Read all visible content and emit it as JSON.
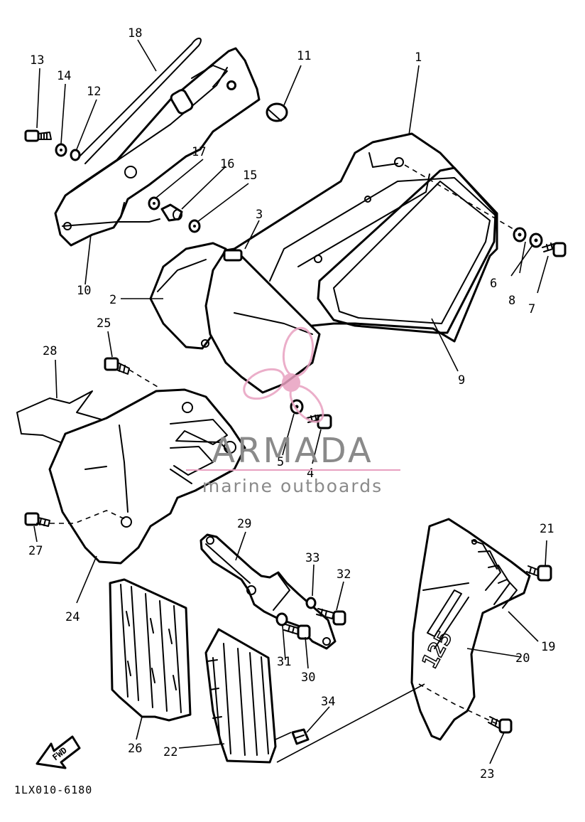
{
  "diagram": {
    "drawing_code": "1LX010-6180",
    "fwd_label": "FWD",
    "model_marking": "125",
    "callouts": [
      "1",
      "2",
      "3",
      "4",
      "5",
      "6",
      "7",
      "8",
      "9",
      "10",
      "11",
      "12",
      "13",
      "14",
      "15",
      "16",
      "17",
      "18",
      "19",
      "20",
      "21",
      "22",
      "23",
      "24",
      "25",
      "26",
      "27",
      "28",
      "29",
      "30",
      "31",
      "32",
      "33",
      "34"
    ]
  },
  "watermark": {
    "brand": "ARMADA",
    "tagline": "marine outboards",
    "brand_color": "#e8a0c0",
    "text_color": "#8a8a8a"
  }
}
